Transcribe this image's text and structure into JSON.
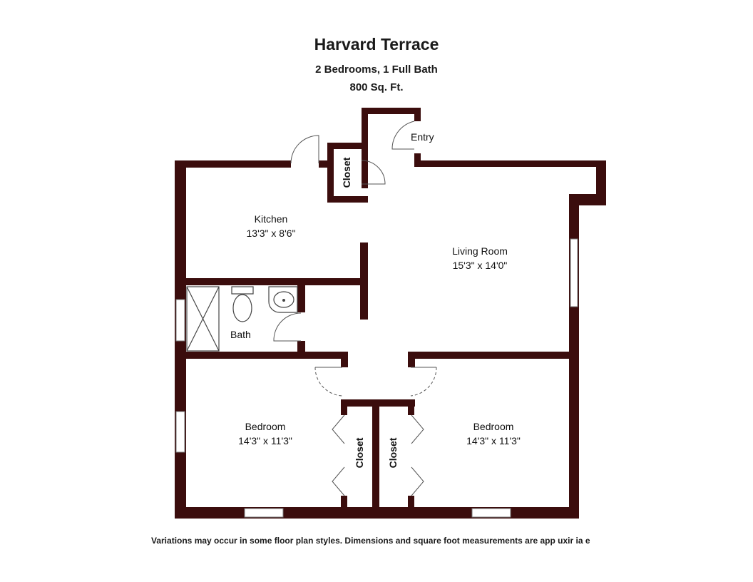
{
  "header": {
    "title": "Harvard Terrace",
    "subtitle": "2 Bedrooms, 1 Full Bath",
    "area": "800 Sq. Ft."
  },
  "rooms": {
    "entry": {
      "name": "Entry"
    },
    "closet_top": {
      "name": "Closet"
    },
    "kitchen": {
      "name": "Kitchen",
      "dims": "13'3\" x 8'6\""
    },
    "living": {
      "name": "Living Room",
      "dims": "15'3\" x 14'0\""
    },
    "bath": {
      "name": "Bath"
    },
    "bedroom_left": {
      "name": "Bedroom",
      "dims": "14'3\" x 11'3\""
    },
    "closet_left": {
      "name": "Closet"
    },
    "closet_right": {
      "name": "Closet"
    },
    "bedroom_right": {
      "name": "Bedroom",
      "dims": "14'3\" x 11'3\""
    }
  },
  "footer": {
    "note": "Variations may occur in some floor plan styles. Dimensions and square foot measurements are app uxir ia e"
  },
  "colors": {
    "wall": "#3b0d0d"
  }
}
